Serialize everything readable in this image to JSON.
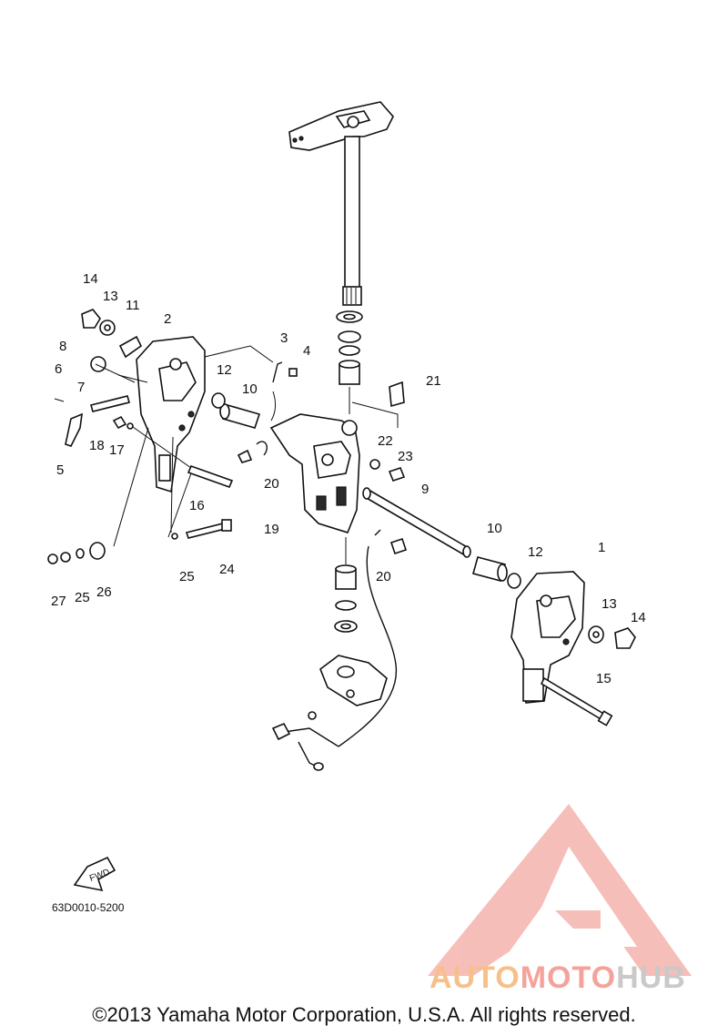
{
  "callouts": [
    {
      "n": "1",
      "label": "1"
    },
    {
      "n": "2",
      "label": "2"
    },
    {
      "n": "3",
      "label": "3"
    },
    {
      "n": "4",
      "label": "4"
    },
    {
      "n": "5",
      "label": "5"
    },
    {
      "n": "6",
      "label": "6"
    },
    {
      "n": "7",
      "label": "7"
    },
    {
      "n": "8",
      "label": "8"
    },
    {
      "n": "9",
      "label": "9"
    },
    {
      "n": "10a",
      "label": "10"
    },
    {
      "n": "10b",
      "label": "10"
    },
    {
      "n": "11",
      "label": "11"
    },
    {
      "n": "12a",
      "label": "12"
    },
    {
      "n": "12b",
      "label": "12"
    },
    {
      "n": "13a",
      "label": "13"
    },
    {
      "n": "13b",
      "label": "13"
    },
    {
      "n": "14a",
      "label": "14"
    },
    {
      "n": "14b",
      "label": "14"
    },
    {
      "n": "15",
      "label": "15"
    },
    {
      "n": "16",
      "label": "16"
    },
    {
      "n": "17",
      "label": "17"
    },
    {
      "n": "18",
      "label": "18"
    },
    {
      "n": "19",
      "label": "19"
    },
    {
      "n": "20a",
      "label": "20"
    },
    {
      "n": "20b",
      "label": "20"
    },
    {
      "n": "21",
      "label": "21"
    },
    {
      "n": "22",
      "label": "22"
    },
    {
      "n": "23",
      "label": "23"
    },
    {
      "n": "24",
      "label": "24"
    },
    {
      "n": "25a",
      "label": "25"
    },
    {
      "n": "25b",
      "label": "25"
    },
    {
      "n": "26",
      "label": "26"
    },
    {
      "n": "27",
      "label": "27"
    }
  ],
  "fwd_label": "FWD",
  "diagram_code": "63D0010-5200",
  "watermark": {
    "part1": "AUTO",
    "part2": "MOTO",
    "part3": "HUB",
    "color": "#f4a39a"
  },
  "copyright": "©2013 Yamaha Motor Corporation, U.S.A. All rights reserved."
}
